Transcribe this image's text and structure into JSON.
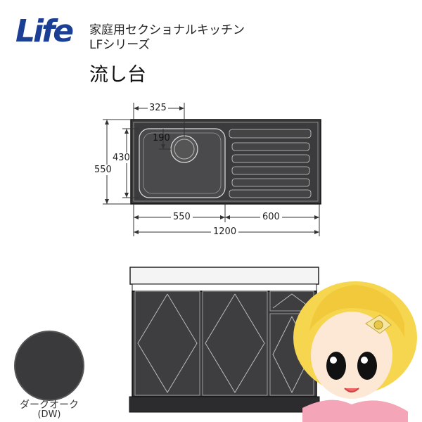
{
  "brand": {
    "logo_text": "Life",
    "logo_color": "#1a3f95"
  },
  "header": {
    "series_line1": "家庭用セクショナルキッチン",
    "series_line2": "LFシリーズ",
    "product_name": "流し台"
  },
  "dimensions": {
    "bowl_center": "325",
    "drain_offset": "190",
    "bowl_depth": "430",
    "total_depth": "550",
    "bowl_width": "550",
    "drainboard_width": "600",
    "total_width": "1200"
  },
  "color": {
    "name": "ダークオーク",
    "code": "(DW)",
    "swatch_hex": "#3a3a3c"
  }
}
